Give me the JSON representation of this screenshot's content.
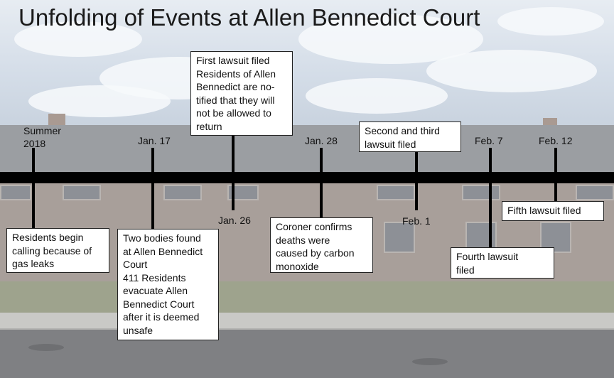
{
  "title": "Unfolding of Events at Allen Bennedict Court",
  "events": [
    {
      "date": "Summer\n2018",
      "lines": [
        "Residents begin",
        "calling because of",
        "gas leaks"
      ]
    },
    {
      "date": "Jan. 17",
      "lines": [
        "Two bodies found",
        "at Allen Bennedict",
        "Court",
        "411 Residents",
        "evacuate Allen",
        "Bennedict Court",
        "after it is deemed",
        "unsafe"
      ]
    },
    {
      "date": "Jan. 26",
      "lines": [
        "First lawsuit filed",
        "Residents of Allen",
        "Bennedict are no-",
        "tified that they will",
        "not be allowed to",
        "return"
      ]
    },
    {
      "date": "Jan. 28",
      "lines": [
        "Coroner confirms",
        "deaths were",
        "caused by carbon",
        "monoxide"
      ]
    },
    {
      "date": "Feb. 1",
      "lines": [
        "Second and third",
        "lawsuit filed"
      ]
    },
    {
      "date": "Feb. 7",
      "lines": [
        "Fourth lawsuit",
        "filed"
      ]
    },
    {
      "date": "Feb. 12",
      "lines": [
        "Fifth lawsuit filed"
      ]
    }
  ]
}
